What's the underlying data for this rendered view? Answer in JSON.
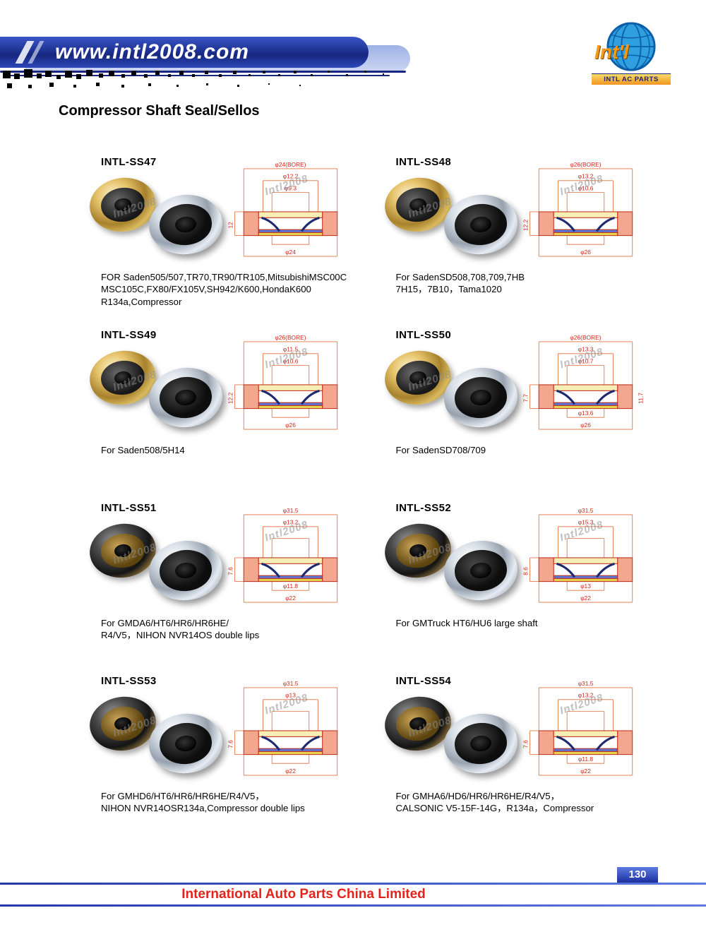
{
  "watermark": "Intl2008",
  "header": {
    "site_url": "www.intl2008.com",
    "logo_text": "Int'l",
    "logo_band": "INTL AC PARTS"
  },
  "page_title": "Compressor Shaft Seal/Sellos",
  "footer": {
    "page_number": "130",
    "company": "International Auto Parts China Limited"
  },
  "products": [
    {
      "code": "INTL-SS47",
      "desc": [
        "FOR Saden505/507,TR70,TR90/TR105,MitsubishiMSC00C",
        "MSC105C,FX80/FX105V,SH942/K600,HondaK600",
        "R134a,Compressor"
      ],
      "dims": {
        "top": [
          "φ24(BORE)",
          "φ12.2",
          "φ9.3"
        ],
        "side": [
          "12",
          null
        ],
        "bottom": [
          null,
          "φ24"
        ]
      }
    },
    {
      "code": "INTL-SS48",
      "desc": [
        "For SadenSD508,708,709,7HB",
        "7H15，7B10，Tama1020",
        null
      ],
      "dims": {
        "top": [
          "φ26(BORE)",
          "φ13.2",
          "φ10.6"
        ],
        "side": [
          "12.2",
          null
        ],
        "bottom": [
          null,
          "φ26"
        ]
      }
    },
    {
      "code": "INTL-SS49",
      "desc": [
        "For Saden508/5H14",
        null,
        null
      ],
      "dims": {
        "top": [
          "φ26(BORE)",
          "φ11.5",
          "φ10.6"
        ],
        "side": [
          "12.2",
          null
        ],
        "bottom": [
          null,
          "φ26"
        ]
      }
    },
    {
      "code": "INTL-SS50",
      "desc": [
        "For SadenSD708/709",
        null,
        null
      ],
      "dims": {
        "top": [
          "φ26(BORE)",
          "φ13.3",
          "φ10.7"
        ],
        "side": [
          "7.7",
          "11.7"
        ],
        "bottom": [
          "φ13.6",
          "φ26"
        ]
      }
    },
    {
      "code": "INTL-SS51",
      "desc": [
        "For GMDA6/HT6/HR6/HR6HE/",
        "R4/V5，NIHON NVR14OS double lips",
        null
      ],
      "dims": {
        "top": [
          "φ31.5",
          "φ13.2",
          null
        ],
        "side": [
          "7.6",
          null
        ],
        "bottom": [
          "φ11.8",
          "φ22"
        ]
      }
    },
    {
      "code": "INTL-SS52",
      "desc": [
        "For GMTruck HT6/HU6 large shaft",
        null,
        null
      ],
      "dims": {
        "top": [
          "φ31.5",
          "φ15.3",
          null
        ],
        "side": [
          "8.6",
          null
        ],
        "bottom": [
          "φ13",
          "φ22"
        ]
      }
    },
    {
      "code": "INTL-SS53",
      "desc": [
        "For GMHD6/HT6/HR6/HR6HE/R4/V5，",
        "NIHON NVR14OSR134a,Compressor double lips",
        null
      ],
      "dims": {
        "top": [
          "φ31.5",
          "φ13",
          null
        ],
        "side": [
          "7.6",
          null
        ],
        "bottom": [
          null,
          "φ22"
        ]
      }
    },
    {
      "code": "INTL-SS54",
      "desc": [
        "For GMHA6/HD6/HR6/HR6HE/R4/V5，",
        "CALSONIC V5-15F-14G，R134a，Compressor",
        null
      ],
      "dims": {
        "top": [
          "φ31.5",
          "φ13.2",
          null
        ],
        "side": [
          "7.6",
          null
        ],
        "bottom": [
          "φ11.8",
          "φ22"
        ]
      }
    }
  ]
}
